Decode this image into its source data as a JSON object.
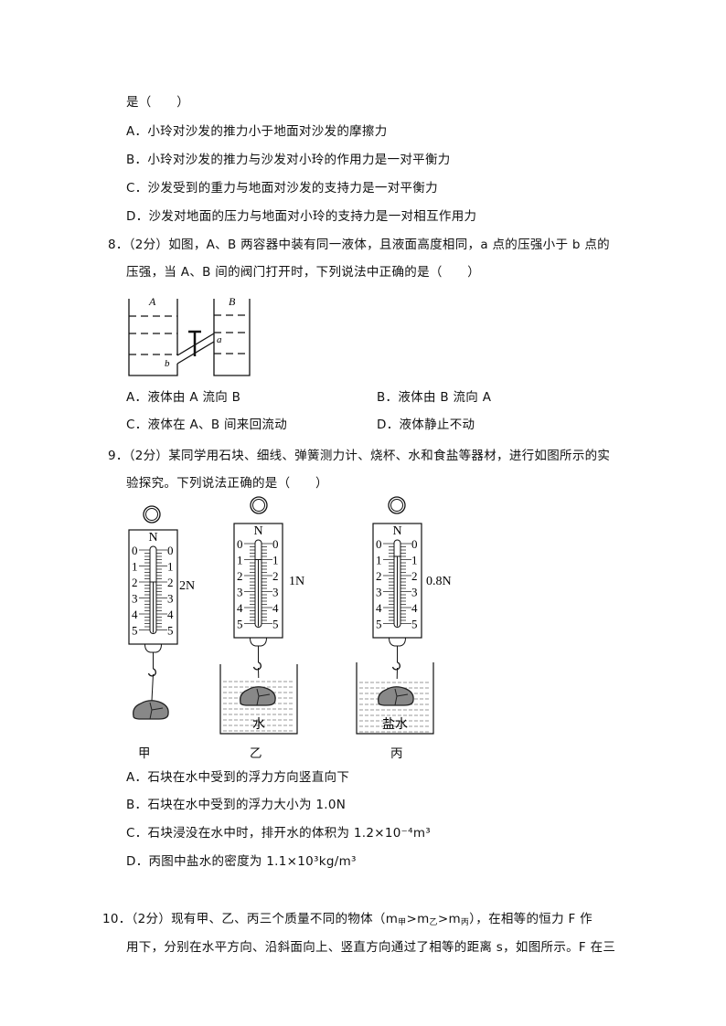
{
  "q7": {
    "stem_tail": "是（　　）",
    "options": [
      "A．小玲对沙发的推力小于地面对沙发的摩擦力",
      "B．小玲对沙发的推力与沙发对小玲的作用力是一对平衡力",
      "C．沙发受到的重力与地面对沙发的支持力是一对平衡力",
      "D．沙发对地面的压力与地面对小玲的支持力是一对相互作用力"
    ]
  },
  "q8": {
    "line1": "8．（2分）如图，A、B 两容器中装有同一液体，且液面高度相同，a 点的压强小于 b 点的",
    "line2": "压强，当 A、B 间的阀门打开时，下列说法中正确的是（　　）",
    "figure": {
      "label_a_container": "A",
      "label_b_container": "B",
      "point_a": "a",
      "point_b": "b"
    },
    "options": [
      "A．液体由 A 流向 B",
      "B．液体由 B 流向 A",
      "C．液体在 A、B 间来回流动",
      "D．液体静止不动"
    ]
  },
  "q9": {
    "line1": "9．（2分）某同学用石块、细线、弹簧测力计、烧杯、水和食盐等器材，进行如图所示的实",
    "line2": "验探究。下列说法正确的是（　　）",
    "figure": {
      "unit": "N",
      "scale": [
        "0",
        "1",
        "2",
        "3",
        "4",
        "5"
      ],
      "balances": [
        {
          "caption": "甲",
          "reading_label": "2N",
          "reading": 2,
          "liquid": ""
        },
        {
          "caption": "乙",
          "reading_label": "1N",
          "reading": 1,
          "liquid": "水"
        },
        {
          "caption": "丙",
          "reading_label": "0.8N",
          "reading": 0.8,
          "liquid": "盐水"
        }
      ]
    },
    "options": [
      "A．石块在水中受到的浮力方向竖直向下",
      "B．石块在水中受到的浮力大小为 1.0N",
      "C．石块浸没在水中时，排开水的体积为 1.2×10⁻⁴m³",
      "D．丙图中盐水的密度为 1.1×10³kg/m³"
    ]
  },
  "q10": {
    "line1_a": "10．（2分）现有甲、乙、丙三个质量不同的物体（m",
    "sub1": "甲",
    "gt1": ">m",
    "sub2": "乙",
    "gt2": ">m",
    "sub3": "丙",
    "line1_b": "），在相等的恒力 F 作",
    "line2": "用下，分别在水平方向、沿斜面向上、竖直方向通过了相等的距离 s，如图所示。F 在三"
  }
}
